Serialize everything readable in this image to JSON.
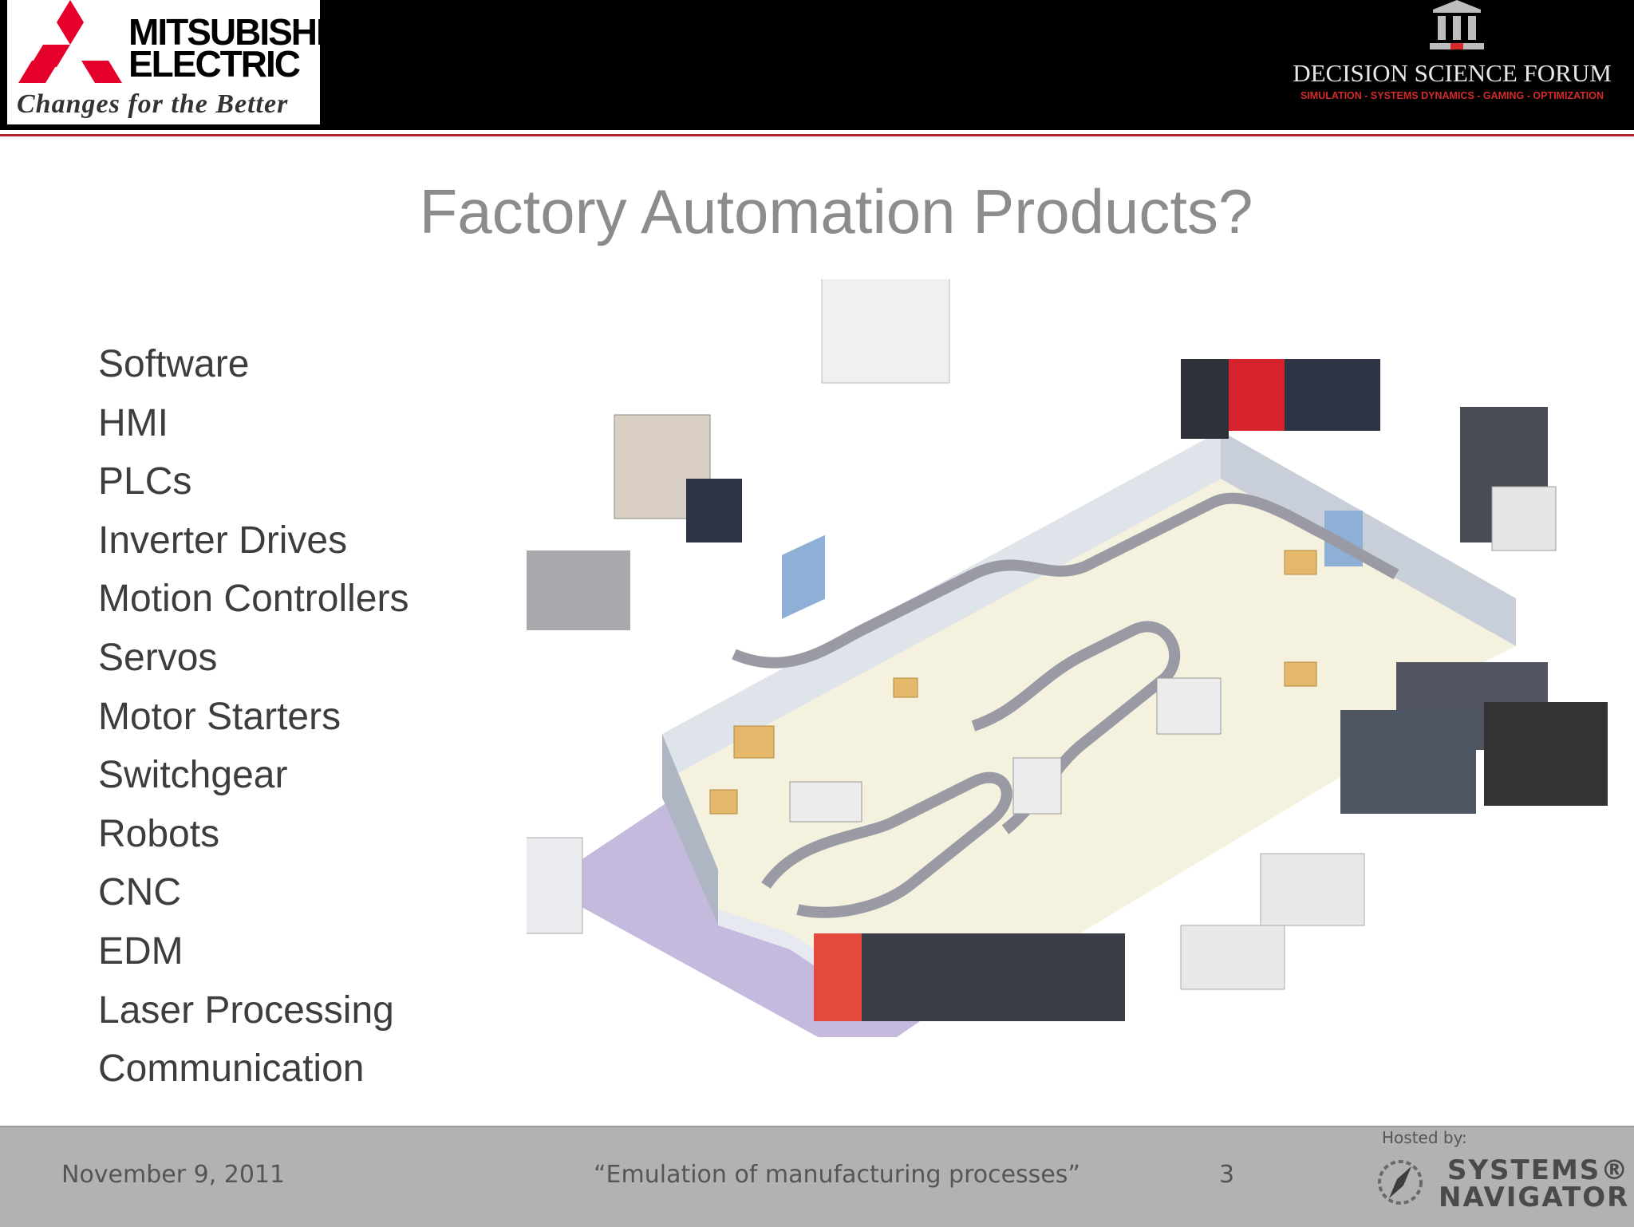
{
  "header": {
    "company_logo": {
      "name_line1": "MITSUBISHI",
      "name_line2": "ELECTRIC",
      "tagline": "Changes for the Better",
      "accent_color": "#e4002b"
    },
    "forum_logo": {
      "title": "DECISION SCIENCE FORUM",
      "subtitle": "SIMULATION - SYSTEMS DYNAMICS - GAMING - OPTIMIZATION",
      "accent_color": "#d42a2a"
    }
  },
  "slide": {
    "title": "Factory Automation Products?",
    "items": [
      "Software",
      "HMI",
      "PLCs",
      "Inverter Drives",
      "Motion Controllers",
      "Servos",
      "Motor Starters",
      "Switchgear",
      "Robots",
      "CNC",
      "EDM",
      "Laser Processing",
      "Communication"
    ]
  },
  "footer": {
    "date": "November 9, 2011",
    "presentation_title": "“Emulation of manufacturing processes”",
    "page_number": "3",
    "hosted_label": "Hosted by:",
    "host_name_line1": "SYSTEMS®",
    "host_name_line2": "NAVIGATOR"
  }
}
